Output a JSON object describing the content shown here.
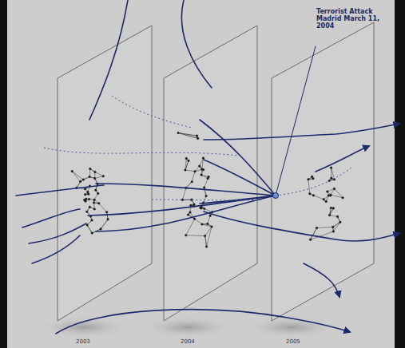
{
  "diagram": {
    "labels": [
      "Terrorist Attack Madrid March 11, 2004",
      "2003",
      "2004",
      "2005"
    ]
  }
}
